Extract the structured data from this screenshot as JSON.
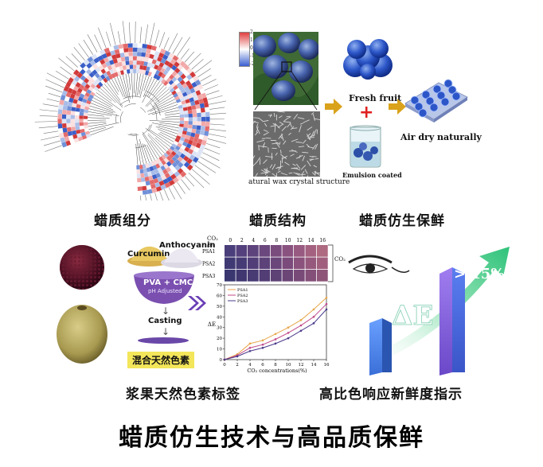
{
  "captions": {
    "wax_components": "蜡质组分",
    "wax_structure": "蜡质结构",
    "wax_biomimetic": "蜡质仿生保鲜",
    "berry_label": "浆果天然色素标签",
    "color_indicator": "高比色响应新鲜度指示"
  },
  "main_title": "蜡质仿生技术与高品质保鲜",
  "heatmap_legend": {
    "ticks": [
      "2",
      "1",
      "0",
      "-1",
      "-2"
    ]
  },
  "structure": {
    "caption": "atural wax crystal structure"
  },
  "biomimetic": {
    "fresh_fruit": "Fresh fruit",
    "plus": "+",
    "emulsion": "Emulsion coated",
    "air_dry": "Air dry naturally"
  },
  "label_panel": {
    "curcumin": "Curcumin",
    "anthocyanin": "Anthocyanin",
    "pva_cmc": "PVA + CMC",
    "ph_adjusted": "pH Adjusted",
    "casting": "Casting",
    "mixed_pigment": "混合天然色素"
  },
  "color_grid": {
    "co2_header": "CO₂",
    "unit": "/%",
    "columns": [
      "0",
      "2",
      "4",
      "6",
      "8",
      "10",
      "12",
      "14",
      "16"
    ],
    "rows": [
      "PSA1",
      "PSA2",
      "PSA3"
    ],
    "side_label": "CO₂",
    "colors": [
      [
        "#4a3f7a",
        "#54407c",
        "#5d437c",
        "#6a477d",
        "#7a4c7e",
        "#8a527f",
        "#985a80",
        "#a46280",
        "#ae6a80"
      ],
      [
        "#3f3a74",
        "#473b76",
        "#513e78",
        "#5d4279",
        "#6b467a",
        "#7b4b7b",
        "#8a527c",
        "#96597d",
        "#a0607d"
      ],
      [
        "#393670",
        "#403771",
        "#483a73",
        "#523d74",
        "#5e4175",
        "#6b4576",
        "#784a77",
        "#844f78",
        "#8e5579"
      ]
    ]
  },
  "chart_data": {
    "type": "line",
    "title": "",
    "xlabel": "CO₂ concentrations(%)",
    "ylabel": "ΔE",
    "x": [
      0,
      2,
      4,
      6,
      8,
      10,
      12,
      14,
      16
    ],
    "xlim": [
      0,
      16
    ],
    "ylim": [
      0,
      70
    ],
    "y_ticks": [
      "0",
      "10",
      "20",
      "30",
      "40",
      "50",
      "60",
      "70"
    ],
    "legend_position": "top-left",
    "series": [
      {
        "name": "PSA1",
        "color": "#e8a64a",
        "values": [
          0,
          5,
          15,
          18,
          24,
          30,
          37,
          47,
          58
        ]
      },
      {
        "name": "PSA2",
        "color": "#c04a8a",
        "values": [
          0,
          4,
          11,
          14,
          19,
          25,
          32,
          40,
          52
        ]
      },
      {
        "name": "PSA3",
        "color": "#4a3a8a",
        "values": [
          0,
          3,
          8,
          11,
          15,
          20,
          27,
          34,
          47
        ]
      }
    ]
  },
  "indicator": {
    "delta_e": "ΔE",
    "percent": "> 15%"
  },
  "colors": {
    "accent_green": "#2fc27a",
    "bar_blue": "#3a6fd8",
    "bar_purple": "#7a55d8",
    "arrow_orange": "#d9a21a",
    "arrow_purple": "#6a3fb5",
    "red_plus": "#e02020"
  }
}
